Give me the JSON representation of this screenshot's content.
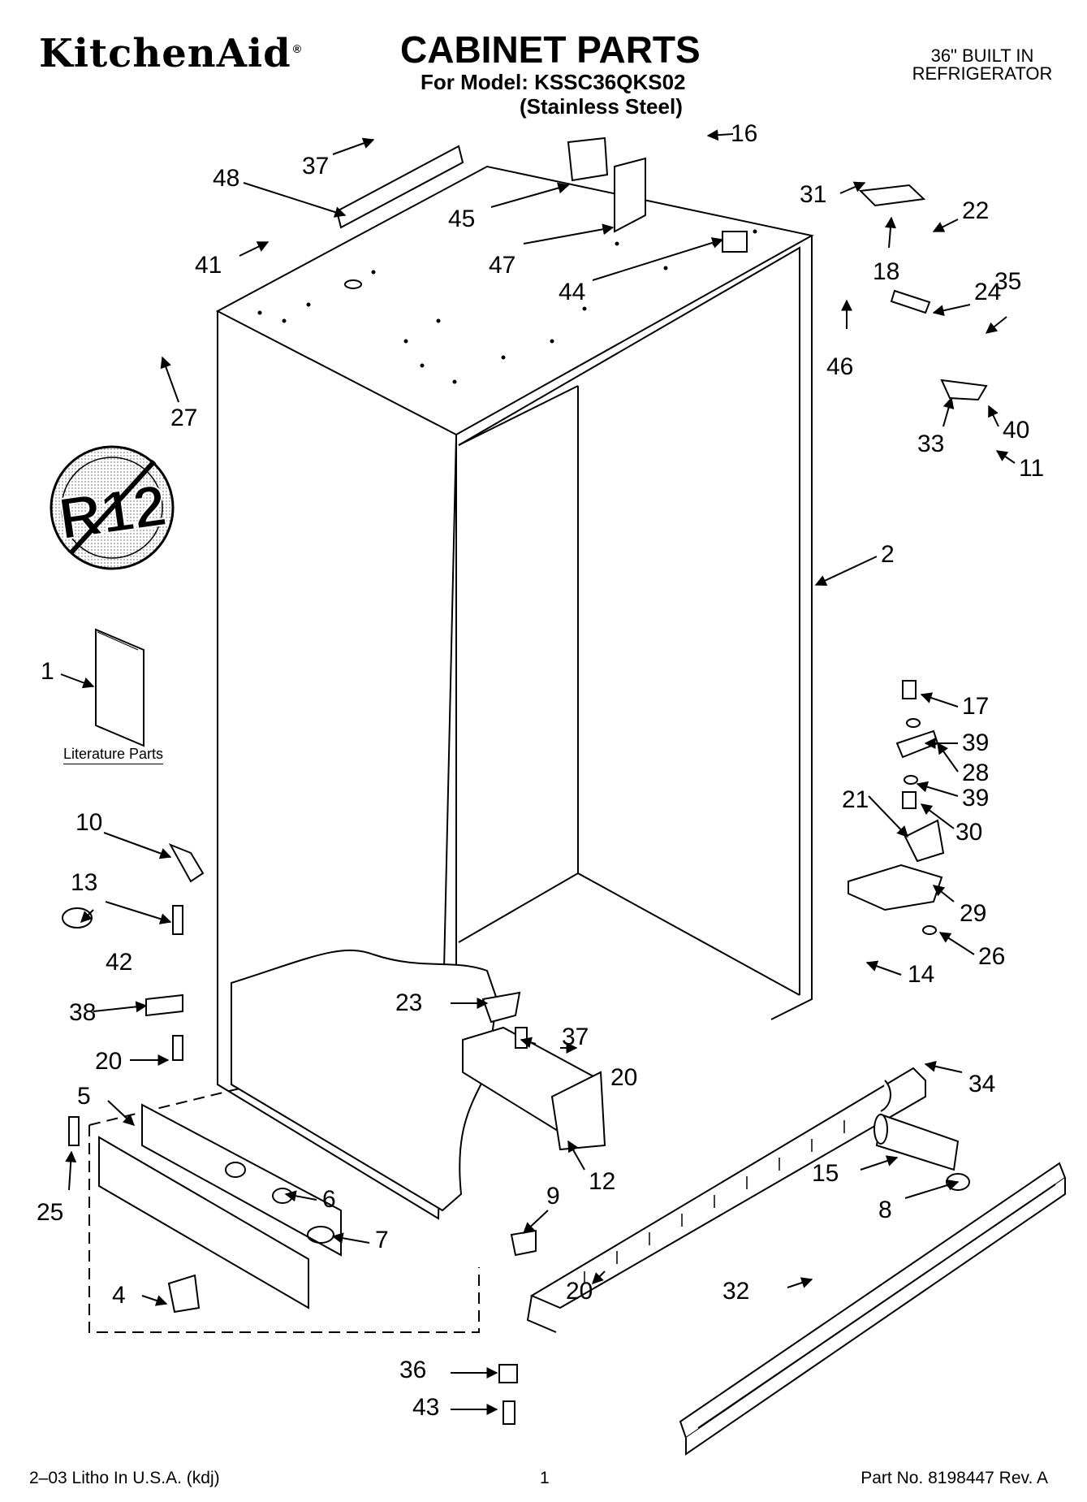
{
  "header": {
    "brand": "KitchenAid",
    "brand_mark": "®",
    "title": "CABINET PARTS",
    "model_line": "For Model: KSSC36QKS02",
    "finish_line": "(Stainless Steel)",
    "product_type_line1": "36\" BUILT IN",
    "product_type_line2": "REFRIGERATOR"
  },
  "badge": {
    "text": "R12"
  },
  "literature": {
    "caption": "Literature Parts"
  },
  "callouts": [
    {
      "id": "c1",
      "label": "1"
    },
    {
      "id": "c2",
      "label": "2"
    },
    {
      "id": "c4",
      "label": "4"
    },
    {
      "id": "c5",
      "label": "5"
    },
    {
      "id": "c6",
      "label": "6"
    },
    {
      "id": "c7",
      "label": "7"
    },
    {
      "id": "c8",
      "label": "8"
    },
    {
      "id": "c9",
      "label": "9"
    },
    {
      "id": "c10",
      "label": "10"
    },
    {
      "id": "c11",
      "label": "11"
    },
    {
      "id": "c12",
      "label": "12"
    },
    {
      "id": "c13",
      "label": "13"
    },
    {
      "id": "c14",
      "label": "14"
    },
    {
      "id": "c15",
      "label": "15"
    },
    {
      "id": "c16",
      "label": "16"
    },
    {
      "id": "c17",
      "label": "17"
    },
    {
      "id": "c18",
      "label": "18"
    },
    {
      "id": "c20a",
      "label": "20"
    },
    {
      "id": "c20b",
      "label": "20"
    },
    {
      "id": "c20c",
      "label": "20"
    },
    {
      "id": "c21",
      "label": "21"
    },
    {
      "id": "c22",
      "label": "22"
    },
    {
      "id": "c23",
      "label": "23"
    },
    {
      "id": "c24",
      "label": "24"
    },
    {
      "id": "c25",
      "label": "25"
    },
    {
      "id": "c26",
      "label": "26"
    },
    {
      "id": "c27",
      "label": "27"
    },
    {
      "id": "c28",
      "label": "28"
    },
    {
      "id": "c29",
      "label": "29"
    },
    {
      "id": "c30",
      "label": "30"
    },
    {
      "id": "c31",
      "label": "31"
    },
    {
      "id": "c32",
      "label": "32"
    },
    {
      "id": "c33",
      "label": "33"
    },
    {
      "id": "c34",
      "label": "34"
    },
    {
      "id": "c35",
      "label": "35"
    },
    {
      "id": "c36",
      "label": "36"
    },
    {
      "id": "c37a",
      "label": "37"
    },
    {
      "id": "c37b",
      "label": "37"
    },
    {
      "id": "c38",
      "label": "38"
    },
    {
      "id": "c39a",
      "label": "39"
    },
    {
      "id": "c39b",
      "label": "39"
    },
    {
      "id": "c40",
      "label": "40"
    },
    {
      "id": "c41",
      "label": "41"
    },
    {
      "id": "c42",
      "label": "42"
    },
    {
      "id": "c43",
      "label": "43"
    },
    {
      "id": "c44",
      "label": "44"
    },
    {
      "id": "c45",
      "label": "45"
    },
    {
      "id": "c46",
      "label": "46"
    },
    {
      "id": "c47",
      "label": "47"
    },
    {
      "id": "c48",
      "label": "48"
    }
  ],
  "footer": {
    "print_info": "2–03 Litho In U.S.A. (kdj)",
    "page_number": "1",
    "part_number": "Part No. 8198447 Rev. A"
  }
}
